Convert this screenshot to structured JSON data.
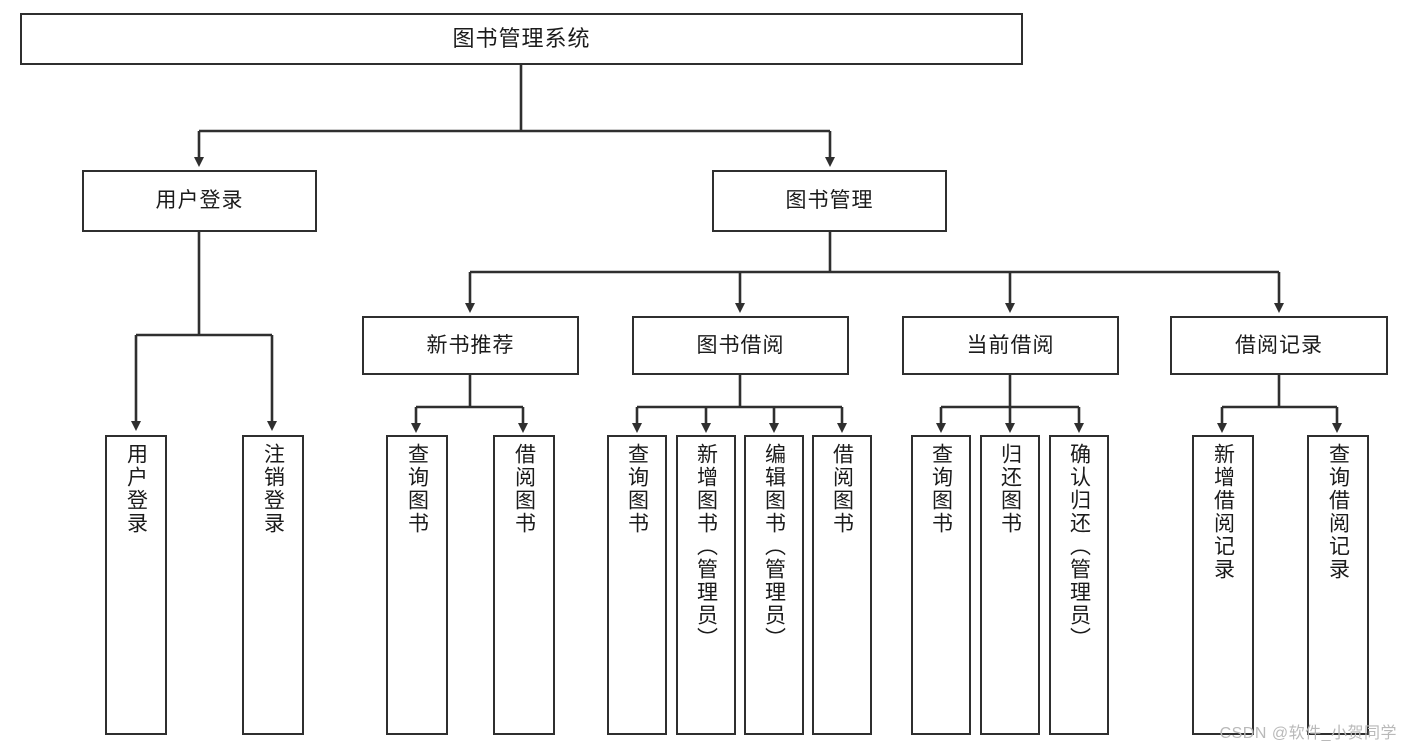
{
  "diagram": {
    "title": "图书管理系统",
    "type": "tree-hierarchy-diagram",
    "colors": {
      "box_border": "#2f2f2f",
      "box_fill": "#ffffff",
      "line": "#2f2f2f",
      "text": "#1b1b1b",
      "watermark": "#b9b9b9",
      "background": "#ffffff"
    },
    "root": {
      "label": "图书管理系统"
    },
    "level2": [
      {
        "label": "用户登录"
      },
      {
        "label": "图书管理"
      }
    ],
    "level3": [
      {
        "label": "新书推荐"
      },
      {
        "label": "图书借阅"
      },
      {
        "label": "当前借阅"
      },
      {
        "label": "借阅记录"
      }
    ],
    "leaves": {
      "user_login": [
        {
          "label": "用户登录"
        },
        {
          "label": "注销登录"
        }
      ],
      "new_book_recommend": [
        {
          "label": "查询图书"
        },
        {
          "label": "借阅图书"
        }
      ],
      "book_borrow": [
        {
          "label": "查询图书"
        },
        {
          "label": "新增图书（管理员）"
        },
        {
          "label": "编辑图书（管理员）"
        },
        {
          "label": "借阅图书"
        }
      ],
      "current_borrow": [
        {
          "label": "查询图书"
        },
        {
          "label": "归还图书"
        },
        {
          "label": "确认归还（管理员）"
        }
      ],
      "borrow_records": [
        {
          "label": "新增借阅记录"
        },
        {
          "label": "查询借阅记录"
        }
      ]
    },
    "watermark": "CSDN @软件_小贺同学"
  }
}
